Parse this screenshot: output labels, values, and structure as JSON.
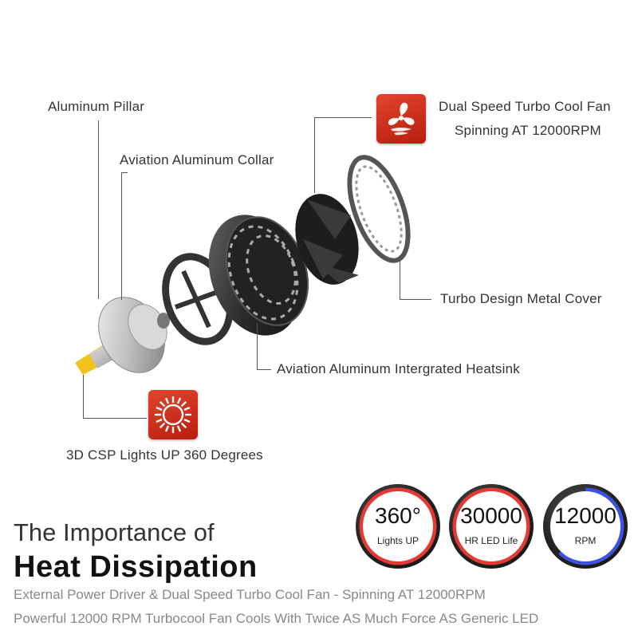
{
  "callouts": {
    "aluminum_pillar": "Aluminum Pillar",
    "aviation_collar": "Aviation Aluminum Collar",
    "fan_line1": "Dual Speed Turbo Cool Fan",
    "fan_line2": "Spinning AT 12000RPM",
    "metal_cover": "Turbo Design Metal Cover",
    "heatsink": "Aviation Aluminum Intergrated Heatsink",
    "csp_lights": "3D CSP Lights UP 360 Degrees"
  },
  "icons": {
    "fan": "fan-icon",
    "sun": "sun-icon"
  },
  "heading": {
    "line1": "The Importance of",
    "line2": "Heat Dissipation"
  },
  "description": {
    "line1": "External Power Driver & Dual Speed Turbo Cool Fan - Spinning AT 12000RPM",
    "line2": "Powerful 12000 RPM Turbocool Fan Cools With Twice AS Much Force AS Generic LED"
  },
  "badges": [
    {
      "value": "360°",
      "label": "Lights UP",
      "ring_color": "#e53935"
    },
    {
      "value": "30000",
      "label": "HR LED Life",
      "ring_color": "#e53935"
    },
    {
      "value": "12000",
      "label": "RPM",
      "ring_color": "#3f51e0"
    }
  ],
  "colors": {
    "accent_red": "#d83220",
    "accent_blue": "#3f51e0",
    "bulb_yellow": "#f2c21b"
  }
}
